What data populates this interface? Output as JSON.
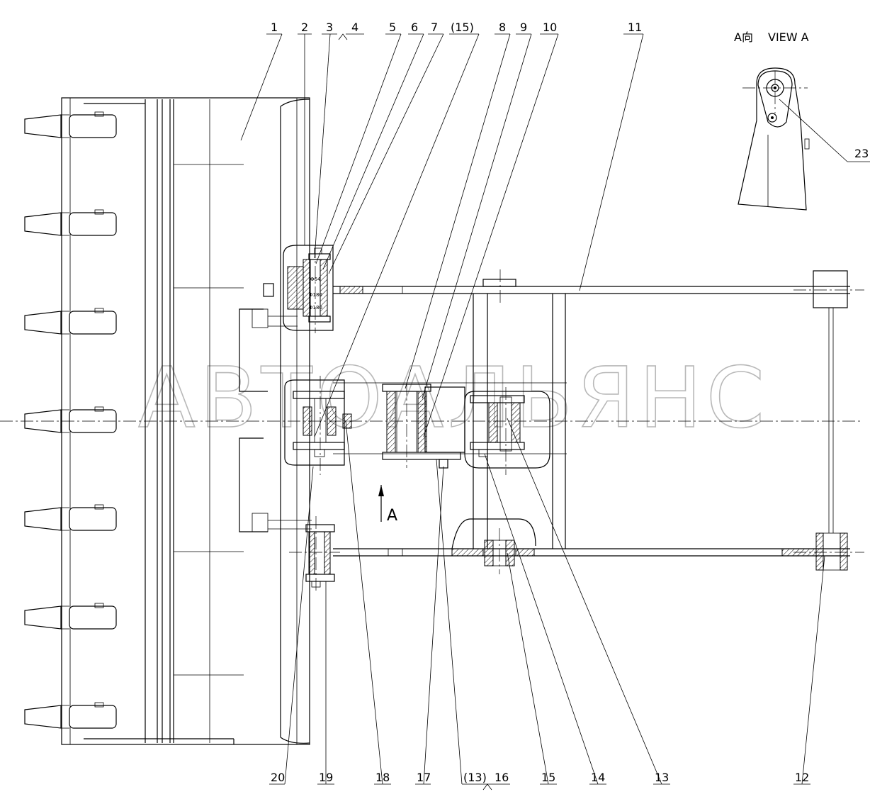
{
  "watermark": "АВТОАЛЬЯНС",
  "view": {
    "cn": "A向",
    "en": "VIEW A"
  },
  "section_marker": "A",
  "dims": [
    "Φ64",
    "Φ180",
    "Φ180"
  ],
  "part_labels": {
    "p1": "1",
    "p2": "2",
    "p3": "3",
    "p4": "4",
    "p5": "5",
    "p6": "6",
    "p7": "7",
    "p15b": "(15)",
    "p8": "8",
    "p9": "9",
    "p10": "10",
    "p11": "11",
    "p23": "23",
    "p20": "20",
    "p19": "19",
    "p18": "18",
    "p17": "17",
    "p13b": "(13)",
    "p16": "16",
    "p15": "15",
    "p14": "14",
    "p13": "13",
    "p12": "12"
  }
}
